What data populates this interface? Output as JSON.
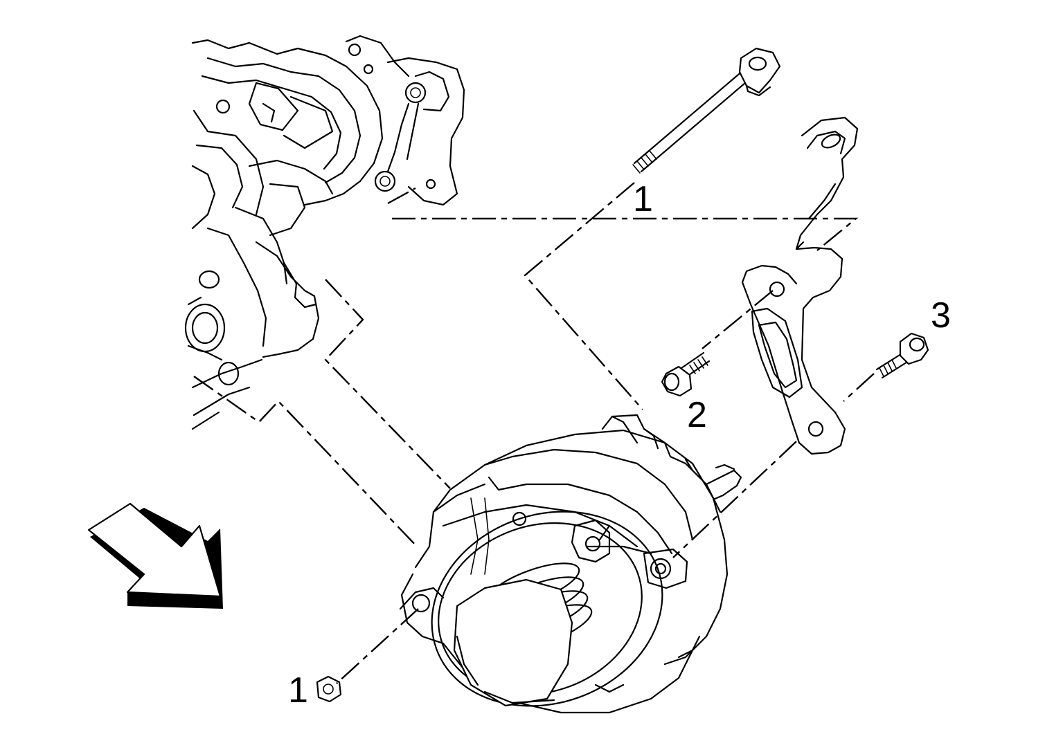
{
  "callouts": {
    "stud": "1",
    "nut": "1",
    "bolt_short": "2",
    "bolt_long": "3"
  },
  "icons": {
    "direction_arrow": "front-direction-arrow-icon"
  },
  "colors": {
    "line": "#000000",
    "background": "#ffffff"
  }
}
